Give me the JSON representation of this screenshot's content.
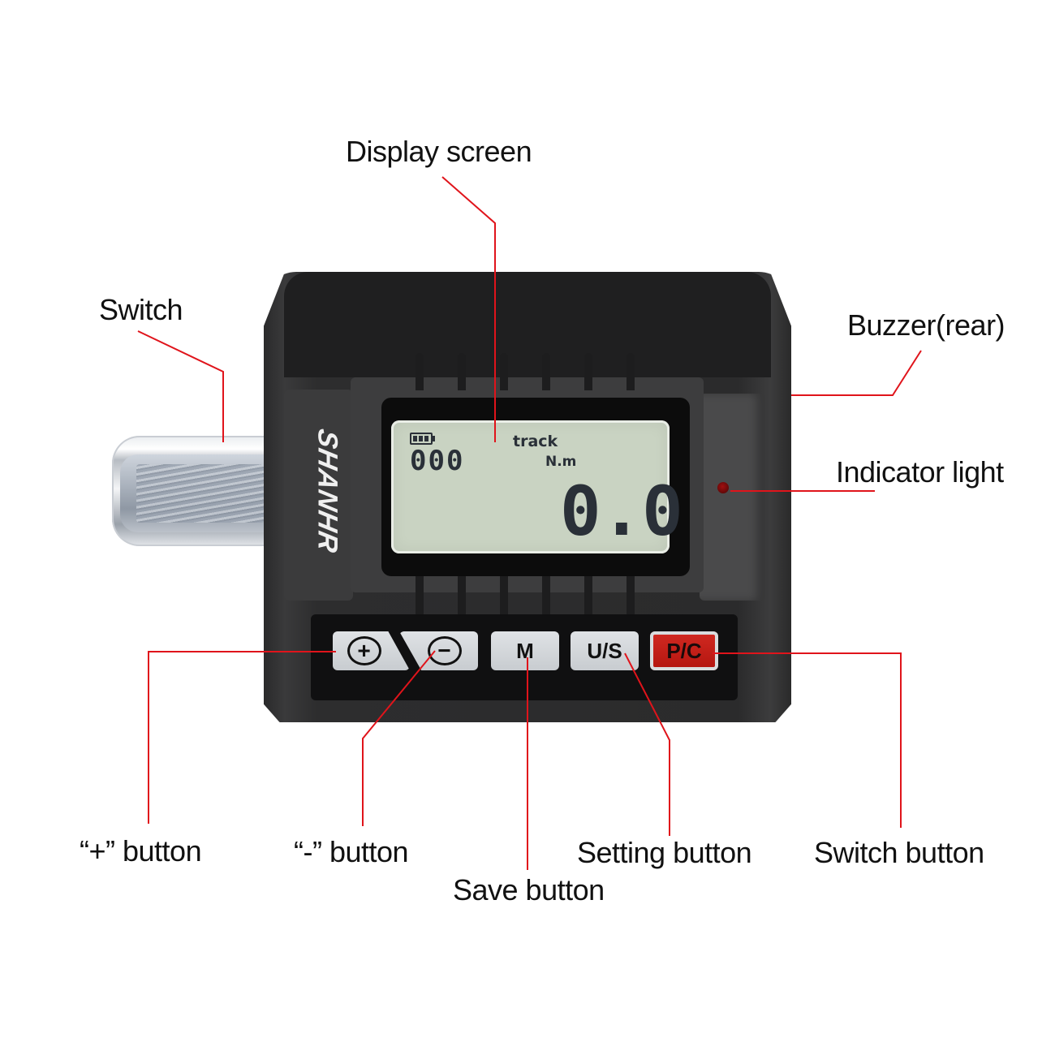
{
  "diagram": {
    "title": "Digital torque adapter component diagram",
    "leader_color": "#e0141b",
    "labels": {
      "display_screen": "Display screen",
      "switch": "Switch",
      "buzzer": "Buzzer(rear)",
      "indicator_light": "Indicator light",
      "plus_button": "“+”  button",
      "minus_button": "“-”  button",
      "save_button": "Save button",
      "setting_button": "Setting button",
      "switch_button": "Switch button"
    }
  },
  "device": {
    "brand": "SHANHR",
    "lcd": {
      "battery_icon": "battery-icon",
      "counter": "000",
      "mode": "track",
      "unit": "N.m",
      "reading": "0.0"
    },
    "buttons": [
      {
        "id": "plus",
        "label": "+",
        "icon": "plus-circle-icon"
      },
      {
        "id": "minus",
        "label": "−",
        "icon": "minus-circle-icon"
      },
      {
        "id": "save",
        "label": "M"
      },
      {
        "id": "setting",
        "label": "U/S"
      },
      {
        "id": "switch",
        "label": "P/C",
        "color": "#c81e16"
      }
    ]
  }
}
